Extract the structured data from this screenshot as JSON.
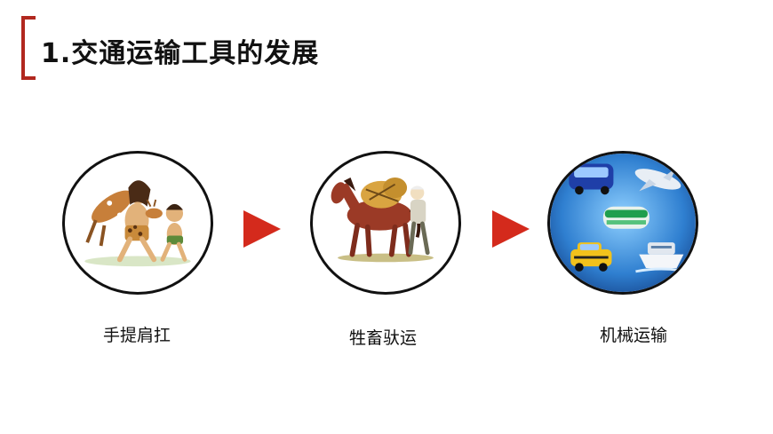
{
  "slide": {
    "title": "1.交通运输工具的发展"
  },
  "stages": [
    {
      "label": "手提肩扛",
      "image": "primitive-people-carrying-illustration"
    },
    {
      "label": "牲畜驮运",
      "image": "horse-pack-transport-illustration"
    },
    {
      "label": "机械运输",
      "image": "modern-vehicles-illustration"
    }
  ],
  "colors": {
    "accent": "#b1281f",
    "arrow": "#d42a1c",
    "sky": "#2f7fd0"
  }
}
